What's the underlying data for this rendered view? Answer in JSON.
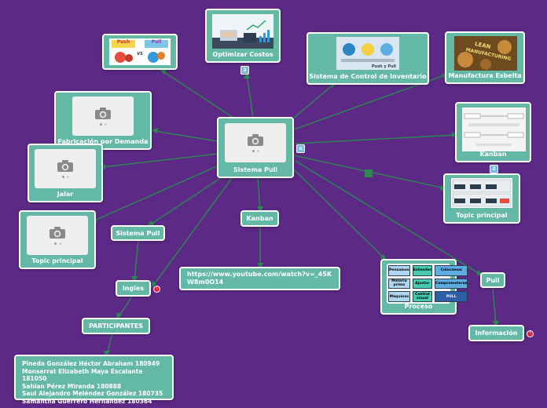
{
  "nodes": {
    "sistema_pull": "Sistema Pull",
    "optimizar_costos": "Optimizar Costos",
    "push_pull": {
      "push": "Push",
      "vs": "VS",
      "pull": "Pull"
    },
    "control_inventario": "Sistema de Control de Inventario",
    "manufactura_esbelta": "Manufactura Esbelta",
    "fabricacion_demanda": "Fabricación por Demanda",
    "jalar": "Jalar",
    "topic_principal_left": "Topic principal",
    "kanban_right": "Kanban",
    "topic_principal_right": "Topic principal",
    "sistema_pull_child": "Sistema Pull",
    "kanban_center": "Kanban",
    "ingles": "Ingles",
    "youtube_link": "https://www.youtube.com/watch?v=_45KW8m0O14",
    "participantes": "PARTICIPANTES",
    "participants_list": [
      "Pineda González Héctor Abraham 180949",
      "Monserrat Elizabeth Maya Escalante 181050",
      "Sahian Pérez Miranda 180888",
      "Saul Alejandro Meléndez González 180735",
      "Samantha Guerrero Hernandez 180364"
    ],
    "proceso": "Proceso",
    "pull": "Pull",
    "informacion": "Información"
  },
  "proceso_diagram": {
    "rows": [
      [
        "Pensamos",
        "Entender",
        "Colocamos"
      ],
      [
        "Materia prima",
        "Ajustar",
        "Comprometerse"
      ],
      [
        "Máquinas",
        "Control visual",
        "PULL"
      ]
    ]
  },
  "inventory_thumb": {
    "subtitle": "Push y Pull"
  },
  "manufactura_thumb": {
    "lines": [
      "LEAN",
      "MANUFACTURING"
    ]
  },
  "badges": {
    "optimizar": "2",
    "kanban": "2",
    "sistema_pull": "≡"
  },
  "colors": {
    "background": "#5c2a86",
    "node": "#64b8a6",
    "line": "#2a8a4f",
    "alert": "#e0213c"
  }
}
